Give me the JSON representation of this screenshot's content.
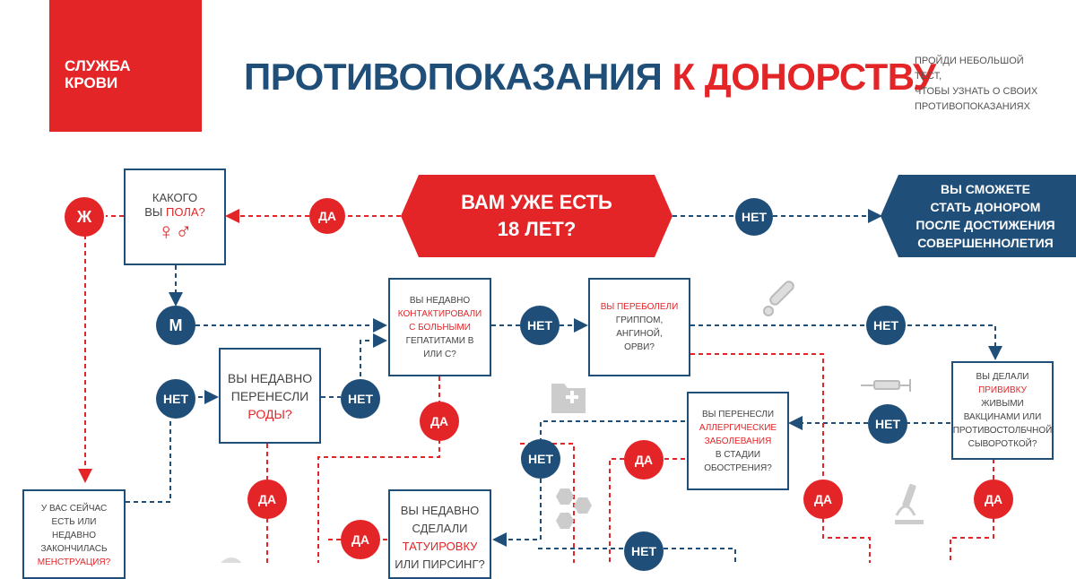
{
  "brand": {
    "name_line1": "СЛУЖБА",
    "name_line2": "КРОВИ",
    "color": "#e42528"
  },
  "header": {
    "title_part1": "ПРОТИВОПОКАЗАНИЯ",
    "title_part2": "К ДОНОРСТВУ",
    "subtitle_line1": "ПРОЙДИ НЕБОЛЬШОЙ ТЕСТ,",
    "subtitle_line2": "ЧТОБЫ УЗНАТЬ О СВОИХ",
    "subtitle_line3": "ПРОТИВОПОКАЗАНИЯХ"
  },
  "colors": {
    "accent_red": "#e42528",
    "accent_blue": "#1f4e79"
  },
  "labels": {
    "yes": "ДА",
    "no": "НЕТ",
    "female": "Ж",
    "male": "М"
  },
  "nodes": {
    "age": {
      "line1": "ВАМ УЖЕ ЕСТЬ",
      "line2": "18 ЛЕТ?"
    },
    "future": {
      "line1": "ВЫ СМОЖЕТЕ",
      "line2": "СТАТЬ ДОНОРОМ",
      "line3": "ПОСЛЕ ДОСТИЖЕНИЯ",
      "line4": "СОВЕРШЕННОЛЕТИЯ"
    },
    "gender": {
      "line1": "КАКОГО",
      "pre": "ВЫ ",
      "highlight": "ПОЛА?",
      "symbols": "♀♂"
    },
    "contact": {
      "line1": "ВЫ НЕДАВНО",
      "highlight1": "КОНТАКТИРОВАЛИ",
      "highlight2": "С БОЛЬНЫМИ",
      "line2": "ГЕПАТИТАМИ В",
      "line3": "ИЛИ С?"
    },
    "flu": {
      "highlight": "ВЫ ПЕРЕБОЛЕЛИ",
      "line1": "ГРИППОМ, АНГИНОЙ,",
      "line2": "ОРВИ?"
    },
    "birth": {
      "line1": "ВЫ НЕДАВНО",
      "line2": "ПЕРЕНЕСЛИ",
      "highlight": "РОДЫ?"
    },
    "vaccine": {
      "line1": "ВЫ ДЕЛАЛИ",
      "highlight": "ПРИВИВКУ",
      "line2": " ЖИВЫМИ",
      "line3": "ВАКЦИНАМИ ИЛИ",
      "line4": "ПРОТИВОСТОЛБЧНОЙ",
      "line5": "СЫВОРОТКОЙ?"
    },
    "allergy": {
      "line1": "ВЫ ПЕРЕНЕСЛИ",
      "highlight1": "АЛЛЕРГИЧЕСКИЕ",
      "highlight2": "ЗАБОЛЕВАНИЯ",
      "line2": "В СТАДИИ",
      "line3": "ОБОСТРЕНИЯ?"
    },
    "tattoo": {
      "line1": "ВЫ НЕДАВНО",
      "line2": "СДЕЛАЛИ",
      "highlight": "ТАТУИРОВКУ",
      "line3": "ИЛИ ПИРСИНГ?"
    },
    "menstruation": {
      "line1": "У ВАС СЕЙЧАС",
      "line2": "ЕСТЬ ИЛИ",
      "line3": "НЕДАВНО",
      "line4": "ЗАКОНЧИЛАСЬ",
      "highlight": "МЕНСТРУАЦИЯ?"
    }
  }
}
